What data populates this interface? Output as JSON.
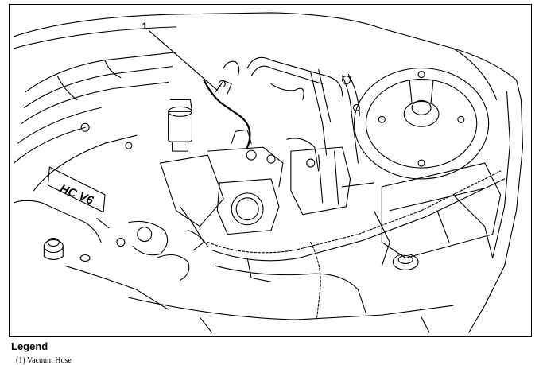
{
  "diagram": {
    "callout_number": "1",
    "engine_badge": "HC V6"
  },
  "legend": {
    "title": "Legend",
    "items": [
      {
        "label": "(1)  Vacuum Hose"
      }
    ]
  }
}
